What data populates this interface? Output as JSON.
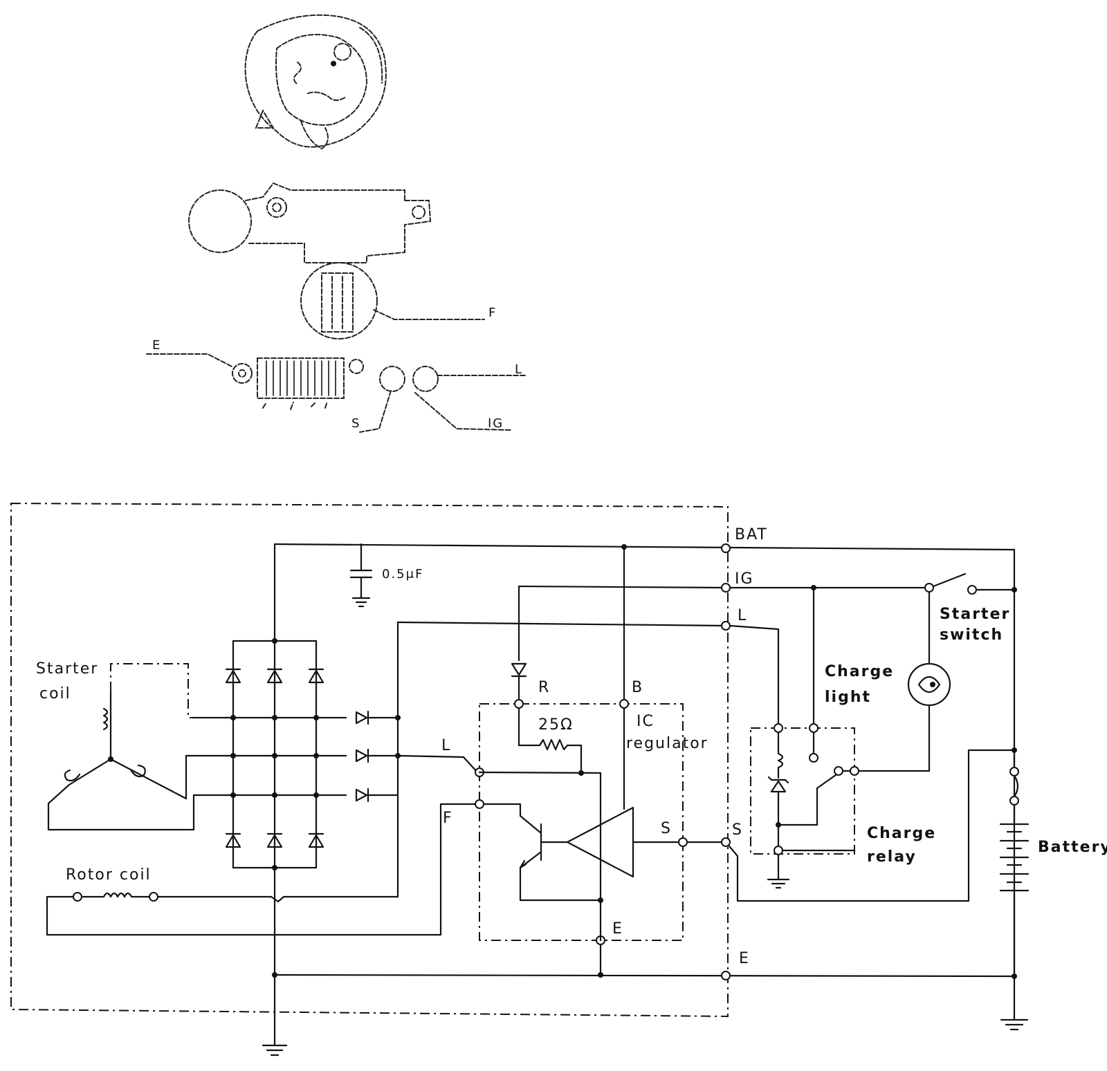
{
  "illustration": {
    "labels": {
      "f": "F",
      "e": "E",
      "l": "L",
      "s": "S",
      "ig": "IG"
    }
  },
  "schematic": {
    "terminals": {
      "bat": "BAT",
      "ig": "IG",
      "l": "L",
      "s": "S",
      "e": "E"
    },
    "capacitor_value": "0.5μF",
    "starter_coil_label": [
      "Starter",
      "coil"
    ],
    "rotor_coil_label": "Rotor coil",
    "regulator": {
      "label": [
        "IC",
        "regulator"
      ],
      "pin_r": "R",
      "pin_b": "B",
      "pin_l": "L",
      "pin_f": "F",
      "pin_s": "S",
      "pin_e": "E",
      "resistor": "25Ω"
    },
    "charge_light_label": [
      "Charge",
      "light"
    ],
    "charge_relay_label": [
      "Charge",
      "relay"
    ],
    "starter_switch_label": [
      "Starter",
      "switch"
    ],
    "battery_label": "Battery"
  }
}
